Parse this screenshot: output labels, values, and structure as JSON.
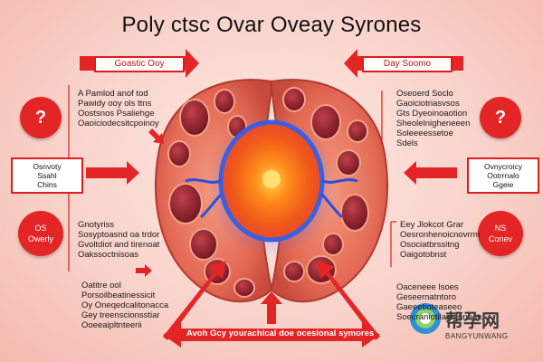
{
  "title": "Poly ctsc Ovar Oveay Syrones",
  "banners": {
    "top_left": "Goastic Ooy",
    "top_right": "Day Soomo",
    "bottom": "Avoh Gcy yourachical doe ocesional symores"
  },
  "left": {
    "question": "?",
    "box": [
      "Osnvoty",
      "Ssahl",
      "Chins"
    ],
    "circle": [
      "OS",
      "Owerly"
    ]
  },
  "right": {
    "question": "?",
    "box": [
      "Ovnycroicy",
      "Ootrrnalo",
      "Ggeie"
    ],
    "circle": [
      "NS",
      "Conev"
    ]
  },
  "text_blocks": {
    "upper_left": [
      "A Pamlod anof tod",
      "Pawidy ooy ols ttns",
      "Oostsnos Psaliehge",
      "Oaoiciodecsitcpoinoy"
    ],
    "middle_left": [
      "Gnotyriss",
      "Sosyptoasnd oa trdor",
      "Gvoltdiot and tirenoat",
      "Oakssoctnisoas"
    ],
    "lower_left": [
      "Oatitre ool",
      "Porsoilbeatinessicit",
      "Oy Oneqedcalitonacca",
      "Gey treenscionsstiar",
      "Ooeeaipltnteerii"
    ],
    "upper_right": [
      "Oseoerd Soclo",
      "Gaoiciotriasvsos",
      "Gts Dyeoinoaotion",
      "Sheolelnigheneeen",
      "Soleeeessetoe",
      "Sdels"
    ],
    "middle_right": [
      "Eey Jlokcot Grar",
      "Oesronhenoicnovrrm",
      "Osociatbrssitng",
      "Oaigotobnst"
    ],
    "lower_right": [
      "Oaceneee lsoes",
      "Geseernatntoro",
      "Gaeeetioteaseeo",
      "Soecraniotilaemeneetu"
    ]
  },
  "watermark": {
    "text": "帮孕网",
    "sub": "BANGYUNWANG"
  },
  "colors": {
    "accent": "#e42525",
    "tissue": "#e8735e",
    "follicle": "#8e1f2b",
    "core": "#ff7a1a",
    "vessel": "#2d4fd8"
  },
  "icons": [
    "question-mark-icon",
    "arrow-icon",
    "watermark-logo-icon"
  ]
}
